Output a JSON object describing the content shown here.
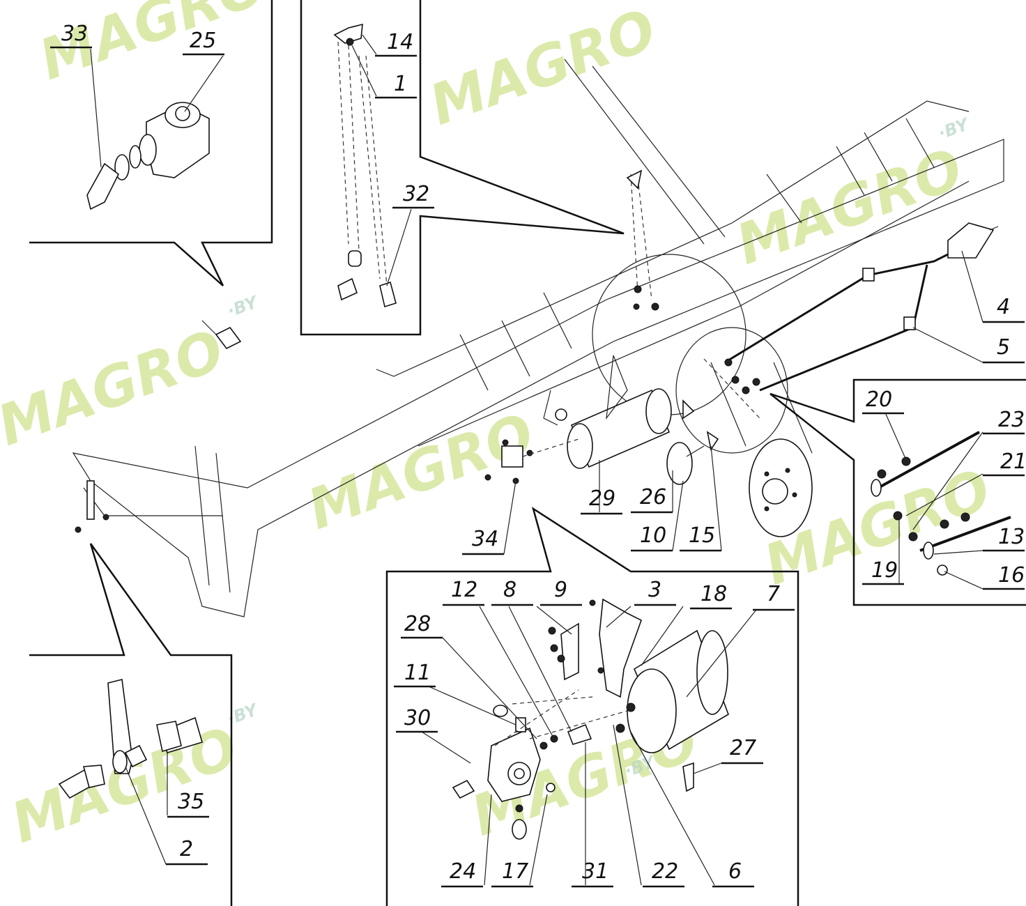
{
  "watermark": {
    "brand": "MAGRO",
    "suffix": "·BY"
  },
  "callouts": [
    "33",
    "25",
    "14",
    "1",
    "32",
    "4",
    "5",
    "20",
    "23",
    "21",
    "13",
    "16",
    "19",
    "29",
    "26",
    "10",
    "15",
    "34",
    "12",
    "8",
    "9",
    "3",
    "18",
    "7",
    "28",
    "11",
    "30",
    "27",
    "35",
    "2",
    "24",
    "17",
    "31",
    "22",
    "6"
  ]
}
